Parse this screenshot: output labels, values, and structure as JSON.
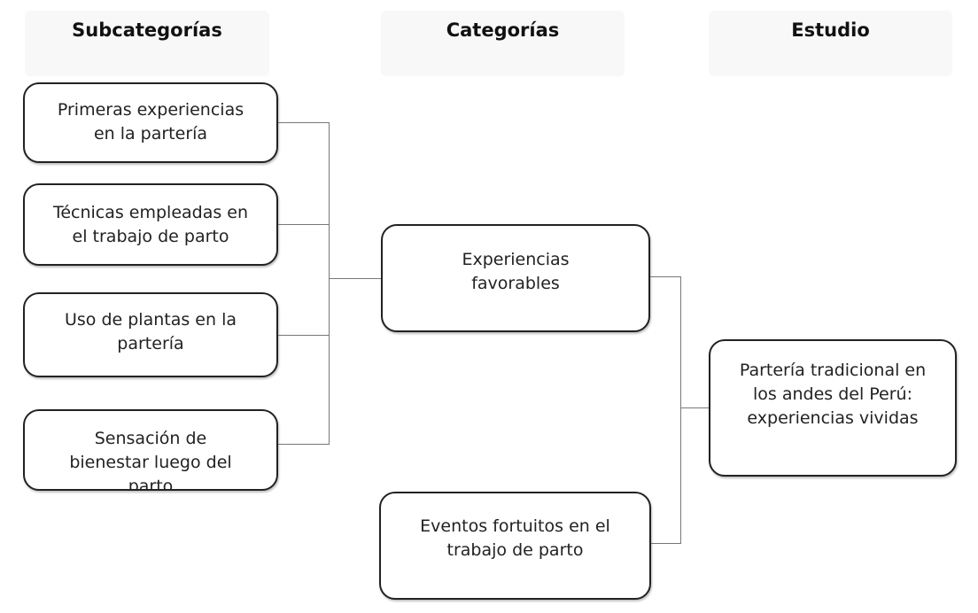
{
  "headers": {
    "subcategories": "Subcategorías",
    "categories": "Categorías",
    "study": "Estudio"
  },
  "subcategories": [
    "Primeras experiencias en la partería",
    "Técnicas empleadas en el trabajo de parto",
    "Uso de plantas en la partería",
    "Sensación de bienestar luego del parto"
  ],
  "categories": [
    "Experiencias favorables",
    "Eventos fortuitos en el trabajo de parto"
  ],
  "study": "Partería tradicional en los andes del Perú: experiencias vividas"
}
